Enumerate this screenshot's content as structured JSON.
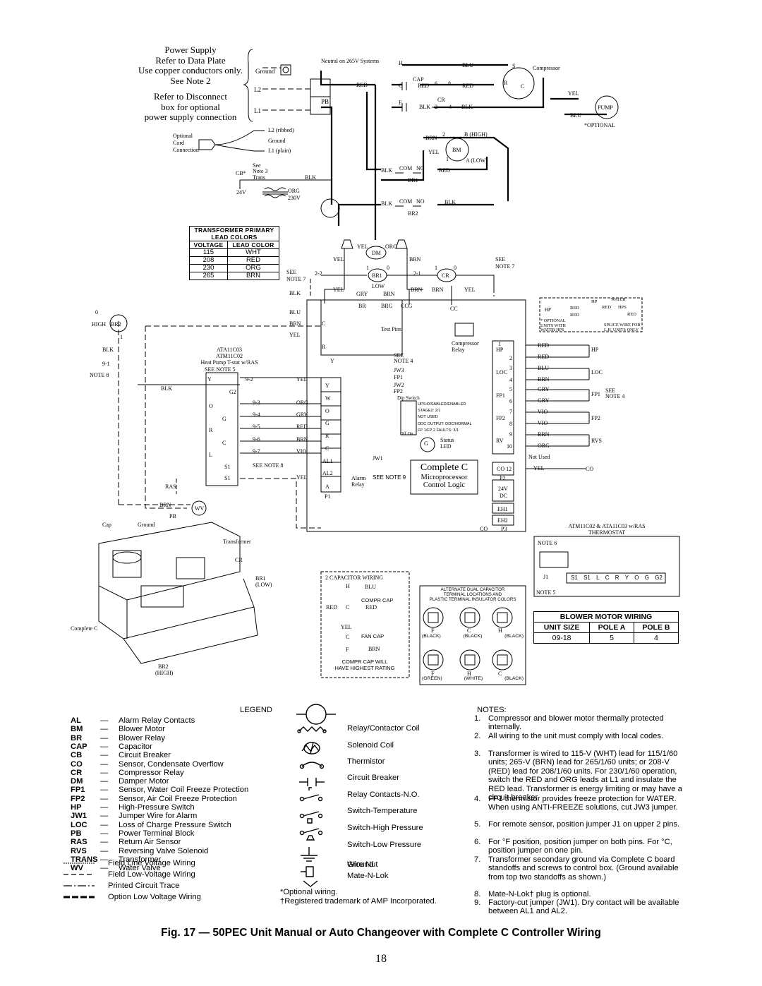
{
  "power": {
    "title": "Power Supply",
    "line2": "Refer to Data Plate",
    "line3": "Use copper conductors only.",
    "line4": "See Note 2",
    "line5": "Refer to Disconnect",
    "line6": "box for optional",
    "line7": "power supply connection"
  },
  "labels": {
    "ground": "Ground",
    "neutral": "Neutral on 265V Systems",
    "optional_cord": [
      "Optional",
      "Cord",
      "Connection"
    ],
    "l2_ribbed": "L2 (ribbed)",
    "l1_plain": "L1 (plain)",
    "compressor": "Compressor",
    "pump": "PUMP",
    "optional_star": "*OPTIONAL",
    "complete_c_title": "Complete C",
    "complete_c_sub1": "Microprocessor",
    "complete_c_sub2": "Control Logic",
    "test_pins": "Test Pins",
    "compressor_relay": [
      "Compressor",
      "Relay"
    ],
    "dip_switch": "Dip Switch",
    "dip_items": [
      "UPS:DISABLED/ENABLED",
      "STAGE2: 2/1",
      "NOT USED",
      "DDC OUTPUT: DDC/NORMAL",
      "FP 1/FP 2 FAULTS: 3/1"
    ],
    "off_on": "Off On",
    "status_led": [
      "Status",
      "LED"
    ],
    "alarm_relay": [
      "Alarm",
      "Relay"
    ],
    "see_note_9": "SEE NOTE 9",
    "thermostat_title": [
      "ATM11C02 & ATA11C03 w/RAS",
      "THERMOSTAT"
    ],
    "tstat_models": [
      "ATA11C03",
      "ATM11C02",
      "Heat Pump T-stat w/RAS"
    ],
    "not_used": "Not Used",
    "transformer": "Transformer",
    "complete_c_box": "Complete C",
    "cap": "Cap",
    "br2_high": [
      "BR2",
      "(HIGH)"
    ],
    "br1_low": [
      "BR1",
      "(LOW)"
    ],
    "two_cap_wiring": "2 CAPACITOR WIRING",
    "compr_cap": "COMPR CAP",
    "fan_cap": "FAN CAP",
    "compr_cap_note": [
      "COMPR CAP WILL",
      "HAVE HIGHEST RATING"
    ],
    "alt_dual_cap": [
      "ALTERNATE DUAL CAPACITOR",
      "TERMINAL LOCATIONS AND",
      "PLASTIC TERMINAL INSULATOR COLORS"
    ],
    "cap_colors_1": [
      "(BLACK)",
      "(BLACK)",
      "(BLACK)"
    ],
    "cap_colors_2": [
      "(GREEN)",
      "(WHITE)",
      "(BLACK)"
    ],
    "splice_note": [
      "* OPTIONAL",
      "UNITS WITH",
      "WATER HPS"
    ],
    "splice_wire": [
      "SPLICE WIRE FOR",
      "L.H. UNITS ONLY"
    ],
    "water": "WATER",
    "tstat_terms": [
      "S1",
      "S1",
      "L",
      "C",
      "R",
      "Y",
      "O",
      "G",
      "G2"
    ]
  },
  "transformer_table": {
    "title": [
      "TRANSFORMER PRIMARY",
      "LEAD COLORS"
    ],
    "col_voltage": "VOLTAGE",
    "col_lead": "LEAD COLOR",
    "rows": [
      {
        "v": "115",
        "c": "WHT"
      },
      {
        "v": "208",
        "c": "RED"
      },
      {
        "v": "230",
        "c": "ORG"
      },
      {
        "v": "265",
        "c": "BRN"
      }
    ]
  },
  "blower_table": {
    "title": "BLOWER MOTOR WIRING",
    "headers": [
      "UNIT SIZE",
      "POLE A",
      "POLE B"
    ],
    "row": [
      "09-18",
      "5",
      "4"
    ]
  },
  "legend": {
    "title": "LEGEND",
    "items": [
      {
        "abbr": "AL",
        "desc": "Alarm Relay Contacts"
      },
      {
        "abbr": "BM",
        "desc": "Blower Motor"
      },
      {
        "abbr": "BR",
        "desc": "Blower Relay"
      },
      {
        "abbr": "CAP",
        "desc": "Capacitor"
      },
      {
        "abbr": "CB",
        "desc": "Circuit Breaker"
      },
      {
        "abbr": "CO",
        "desc": "Sensor, Condensate Overflow"
      },
      {
        "abbr": "CR",
        "desc": "Compressor Relay"
      },
      {
        "abbr": "DM",
        "desc": "Damper Motor"
      },
      {
        "abbr": "FP1",
        "desc": "Sensor, Water Coil Freeze Protection"
      },
      {
        "abbr": "FP2",
        "desc": "Sensor, Air Coil Freeze Protection"
      },
      {
        "abbr": "HP",
        "desc": "High-Pressure Switch"
      },
      {
        "abbr": "JW1",
        "desc": "Jumper Wire for Alarm"
      },
      {
        "abbr": "LOC",
        "desc": "Loss of Charge Pressure Switch"
      },
      {
        "abbr": "PB",
        "desc": "Power Terminal Block"
      },
      {
        "abbr": "RAS",
        "desc": "Return Air Sensor"
      },
      {
        "abbr": "RVS",
        "desc": "Reversing Valve Solenoid"
      },
      {
        "abbr": "TRANS",
        "desc": "Transformer"
      },
      {
        "abbr": "WV",
        "desc": "Water Valve"
      }
    ],
    "wiring": [
      "Field Line Voltage Wiring",
      "Field Low-Voltage Wiring",
      "Printed Circuit Trace",
      "Option Low Voltage Wiring"
    ],
    "symbols": [
      "Relay/Contactor Coil",
      "Solenoid Coil",
      "Thermistor",
      "Circuit Breaker",
      "Relay Contacts-N.O.",
      "Switch-Temperature",
      "Switch-High Pressure",
      "Switch-Low Pressure",
      "Ground",
      "Wire Nut",
      "Mate-N-Lok"
    ],
    "footnote1": "*Optional wiring.",
    "footnote2": "†Registered trademark of AMP Incorporated."
  },
  "notes": {
    "title": "NOTES:",
    "items": [
      "Compressor and blower motor thermally protected internally.",
      "All wiring to the unit must comply with local codes.",
      "Transformer is wired to 115-V (WHT) lead for 115/1/60 units; 265-V (BRN) lead for 265/1/60 units; or 208-V (RED) lead for 208/1/60 units. For 230/1/60 operation, switch the RED and ORG leads at L1 and insulate the RED lead. Transformer is energy limiting or may have a circuit breaker.",
      "FP1 thermistor provides freeze protection for WATER. When using ANTI-FREEZE solutions, cut JW3 jumper.",
      "For remote sensor, position jumper J1 on upper 2 pins.",
      "For °F position, position jumper on both pins. For °C, position jumper on one pin.",
      "Transformer secondary ground via Complete C board standoffs and screws to control box. (Ground available from top two standoffs as shown.)",
      "Mate-N-Lok† plug is optional.",
      "Factory-cut jumper (JW1). Dry contact will be available between AL1 and AL2."
    ]
  },
  "caption": "Fig. 17 — 50PEC Unit Manual or Auto Changeover with Complete C Controller Wiring",
  "page_number": "18"
}
